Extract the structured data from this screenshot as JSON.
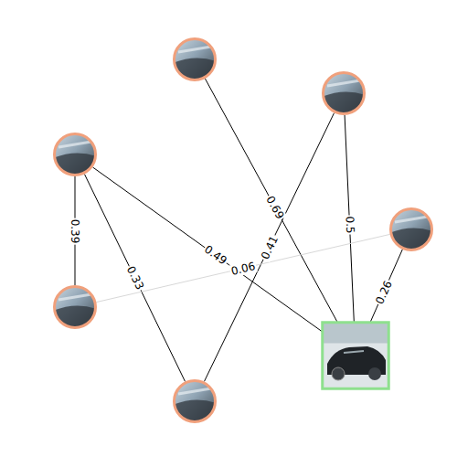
{
  "diagram": {
    "nodes": [
      {
        "text": []
      },
      {
        "text": []
      },
      {
        "text": []
      },
      {
        "text": []
      },
      {
        "text": []
      },
      {
        "text": []
      },
      {
        "text": []
      }
    ],
    "edges": [
      {
        "from": 2,
        "to": 4,
        "label": "0.39",
        "arrow": "none"
      },
      {
        "from": 2,
        "to": 5,
        "label": "0.33",
        "arrow": "none"
      },
      {
        "from": 2,
        "to": 6,
        "label": "0.49",
        "arrow": "none"
      },
      {
        "from": 0,
        "to": 6,
        "label": "0.69",
        "arrow": "none"
      },
      {
        "from": 1,
        "to": 5,
        "label": "0.41",
        "arrow": "none"
      },
      {
        "from": 1,
        "to": 6,
        "label": "0.5",
        "arrow": "none"
      },
      {
        "from": 3,
        "to": 6,
        "label": "0.26",
        "arrow": "none"
      },
      {
        "from": 4,
        "to": 3,
        "label": "0.06",
        "arrow": "none"
      }
    ]
  }
}
